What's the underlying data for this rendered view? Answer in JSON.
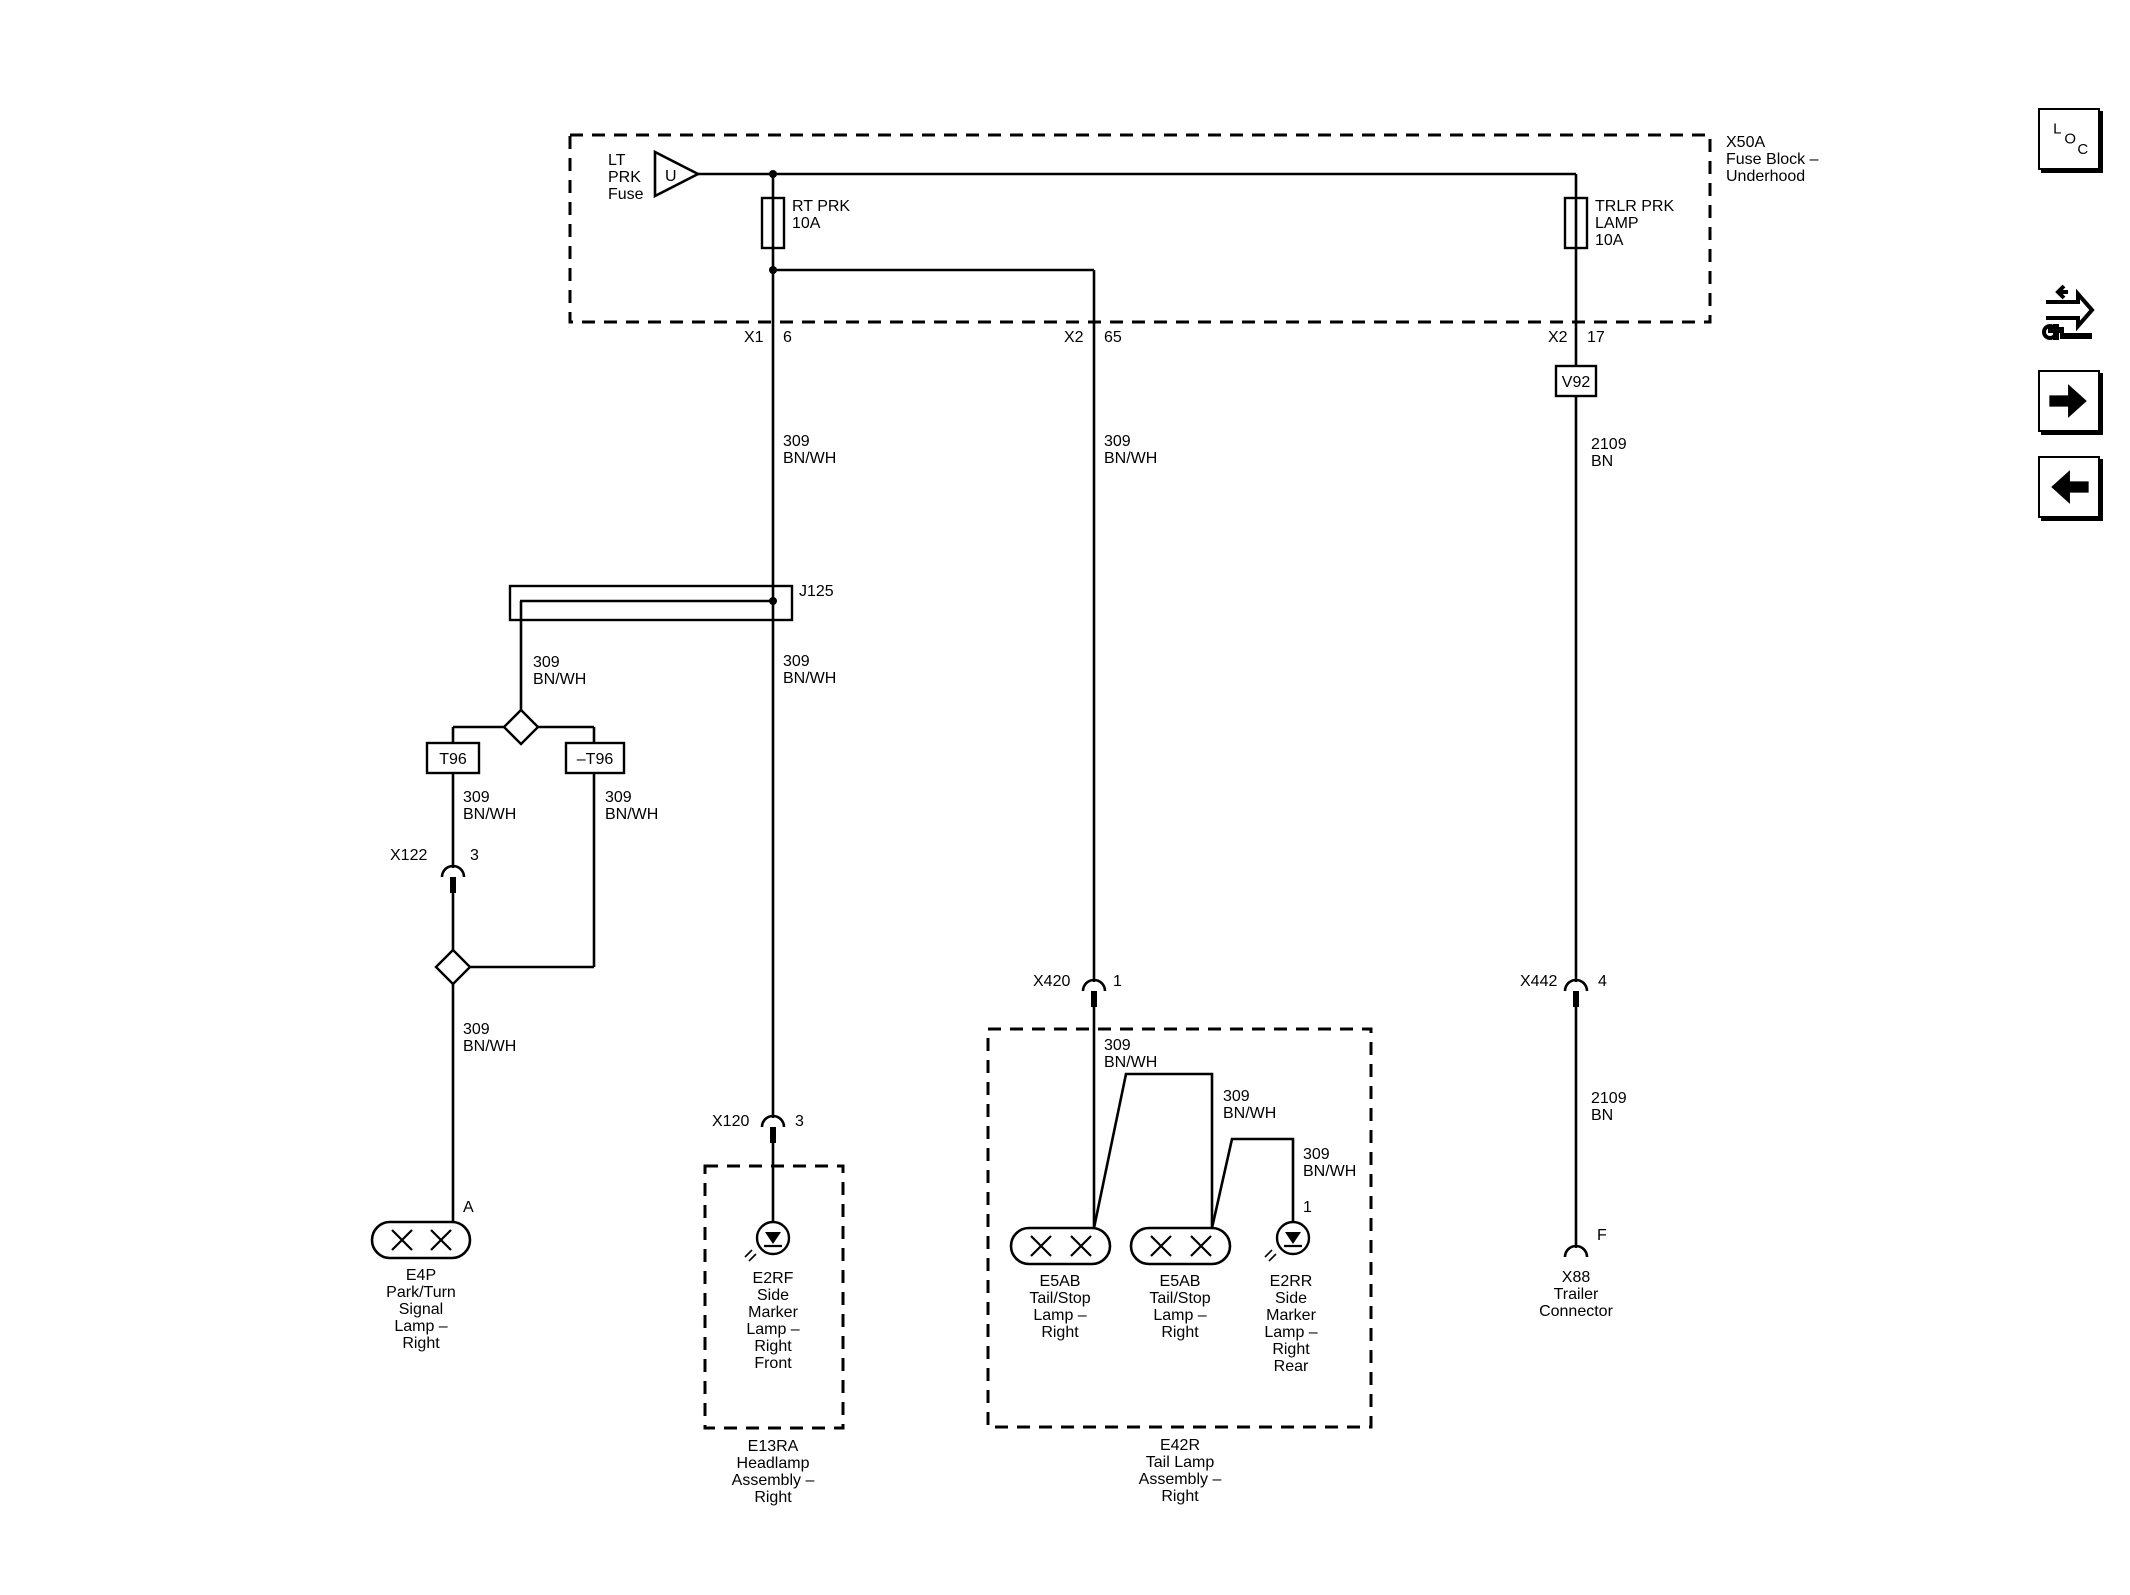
{
  "fuse_block": {
    "id": "X50A",
    "name_lines": [
      "Fuse Block –",
      "Underhood"
    ],
    "lt_prk_label": [
      "LT",
      "PRK",
      "Fuse"
    ],
    "bus_letter": "U",
    "fuse_rt": [
      "RT PRK",
      "10A"
    ],
    "fuse_trlr": [
      "TRLR PRK",
      "LAMP",
      "10A"
    ]
  },
  "pins": {
    "x1": "X1",
    "x1_pin": "6",
    "x2a": "X2",
    "x2a_pin": "65",
    "x2b": "X2",
    "x2b_pin": "17"
  },
  "option_v92": "V92",
  "splice": "J125",
  "option_t96": "T96",
  "option_not_t96": "–T96",
  "wires": {
    "bnwh": [
      "309",
      "BN/WH"
    ],
    "bn": [
      "2109",
      "BN"
    ]
  },
  "connectors": {
    "x122": "X122",
    "x122_pin": "3",
    "x120": "X120",
    "x120_pin": "3",
    "x420": "X420",
    "x420_pin": "1",
    "x442": "X442",
    "x442_pin": "4",
    "e4p_pin": "A",
    "e2rr_pin": "1",
    "x88_pin": "F"
  },
  "components": {
    "e4p": [
      "E4P",
      "Park/Turn",
      "Signal",
      "Lamp –",
      "Right"
    ],
    "e2rf": [
      "E2RF",
      "Side",
      "Marker",
      "Lamp –",
      "Right",
      "Front"
    ],
    "e5ab_1": [
      "E5AB",
      "Tail/Stop",
      "Lamp –",
      "Right"
    ],
    "e5ab_2": [
      "E5AB",
      "Tail/Stop",
      "Lamp –",
      "Right"
    ],
    "e2rr": [
      "E2RR",
      "Side",
      "Marker",
      "Lamp –",
      "Right",
      "Rear"
    ],
    "x88": [
      "X88",
      "Trailer",
      "Connector"
    ]
  },
  "assemblies": {
    "e13ra": [
      "E13RA",
      "Headlamp",
      "Assembly –",
      "Right"
    ],
    "e42r": [
      "E42R",
      "Tail Lamp",
      "Assembly –",
      "Right"
    ]
  },
  "nav": {
    "loc_icon": "loc-icon",
    "connector_icon": "connector-wrench-icon",
    "next_icon": "arrow-right-icon",
    "prev_icon": "arrow-left-icon"
  }
}
